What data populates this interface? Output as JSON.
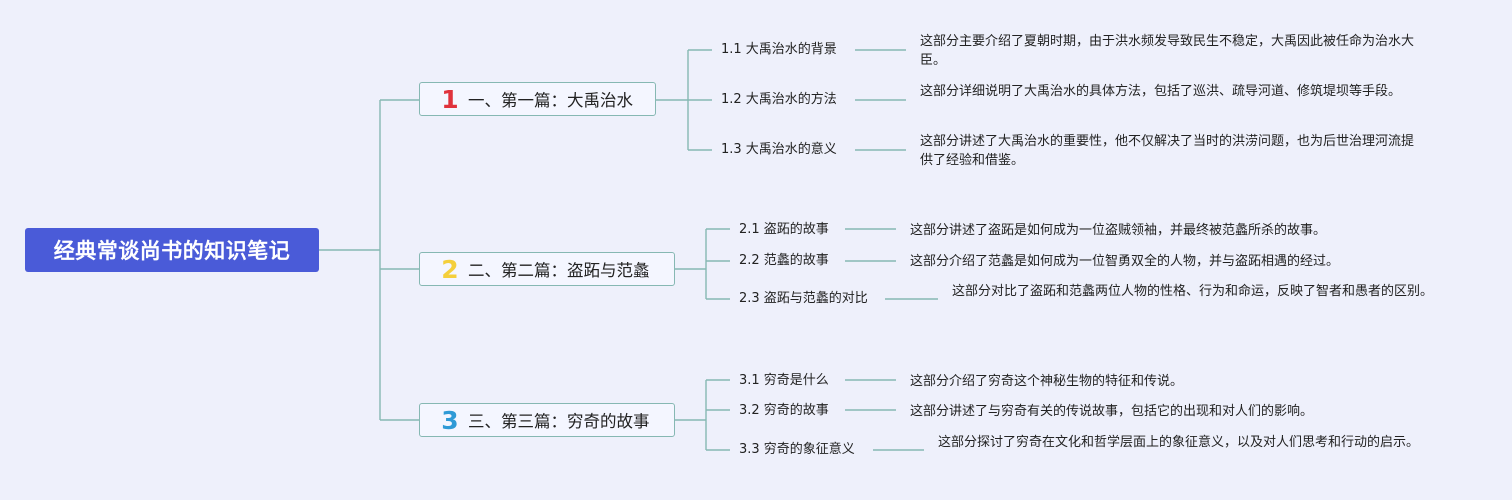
{
  "root": {
    "title": "经典常谈尚书的知识笔记"
  },
  "chapters": [
    {
      "num": "1",
      "num_color": "#e0323c",
      "title": "一、第一篇：大禹治水",
      "subs": [
        {
          "label": "1.1 大禹治水的背景",
          "desc": "这部分主要介绍了夏朝时期，由于洪水频发导致民生不稳定，大禹因此被任命为治水大臣。"
        },
        {
          "label": "1.2 大禹治水的方法",
          "desc": "这部分详细说明了大禹治水的具体方法，包括了巡洪、疏导河道、修筑堤坝等手段。"
        },
        {
          "label": "1.3 大禹治水的意义",
          "desc": "这部分讲述了大禹治水的重要性，他不仅解决了当时的洪涝问题，也为后世治理河流提供了经验和借鉴。"
        }
      ]
    },
    {
      "num": "2",
      "num_color": "#f4cf3c",
      "title": "二、第二篇：盗跖与范蠡",
      "subs": [
        {
          "label": "2.1 盗跖的故事",
          "desc": "这部分讲述了盗跖是如何成为一位盗贼领袖，并最终被范蠡所杀的故事。"
        },
        {
          "label": "2.2 范蠡的故事",
          "desc": "这部分介绍了范蠡是如何成为一位智勇双全的人物，并与盗跖相遇的经过。"
        },
        {
          "label": "2.3 盗跖与范蠡的对比",
          "desc": "这部分对比了盗跖和范蠡两位人物的性格、行为和命运，反映了智者和愚者的区别。"
        }
      ]
    },
    {
      "num": "3",
      "num_color": "#2f9ad6",
      "title": "三、第三篇：穷奇的故事",
      "subs": [
        {
          "label": "3.1 穷奇是什么",
          "desc": "这部分介绍了穷奇这个神秘生物的特征和传说。"
        },
        {
          "label": "3.2 穷奇的故事",
          "desc": "这部分讲述了与穷奇有关的传说故事，包括它的出现和对人们的影响。"
        },
        {
          "label": "3.3 穷奇的象征意义",
          "desc": "这部分探讨了穷奇在文化和哲学层面上的象征意义，以及对人们思考和行动的启示。"
        }
      ]
    }
  ]
}
